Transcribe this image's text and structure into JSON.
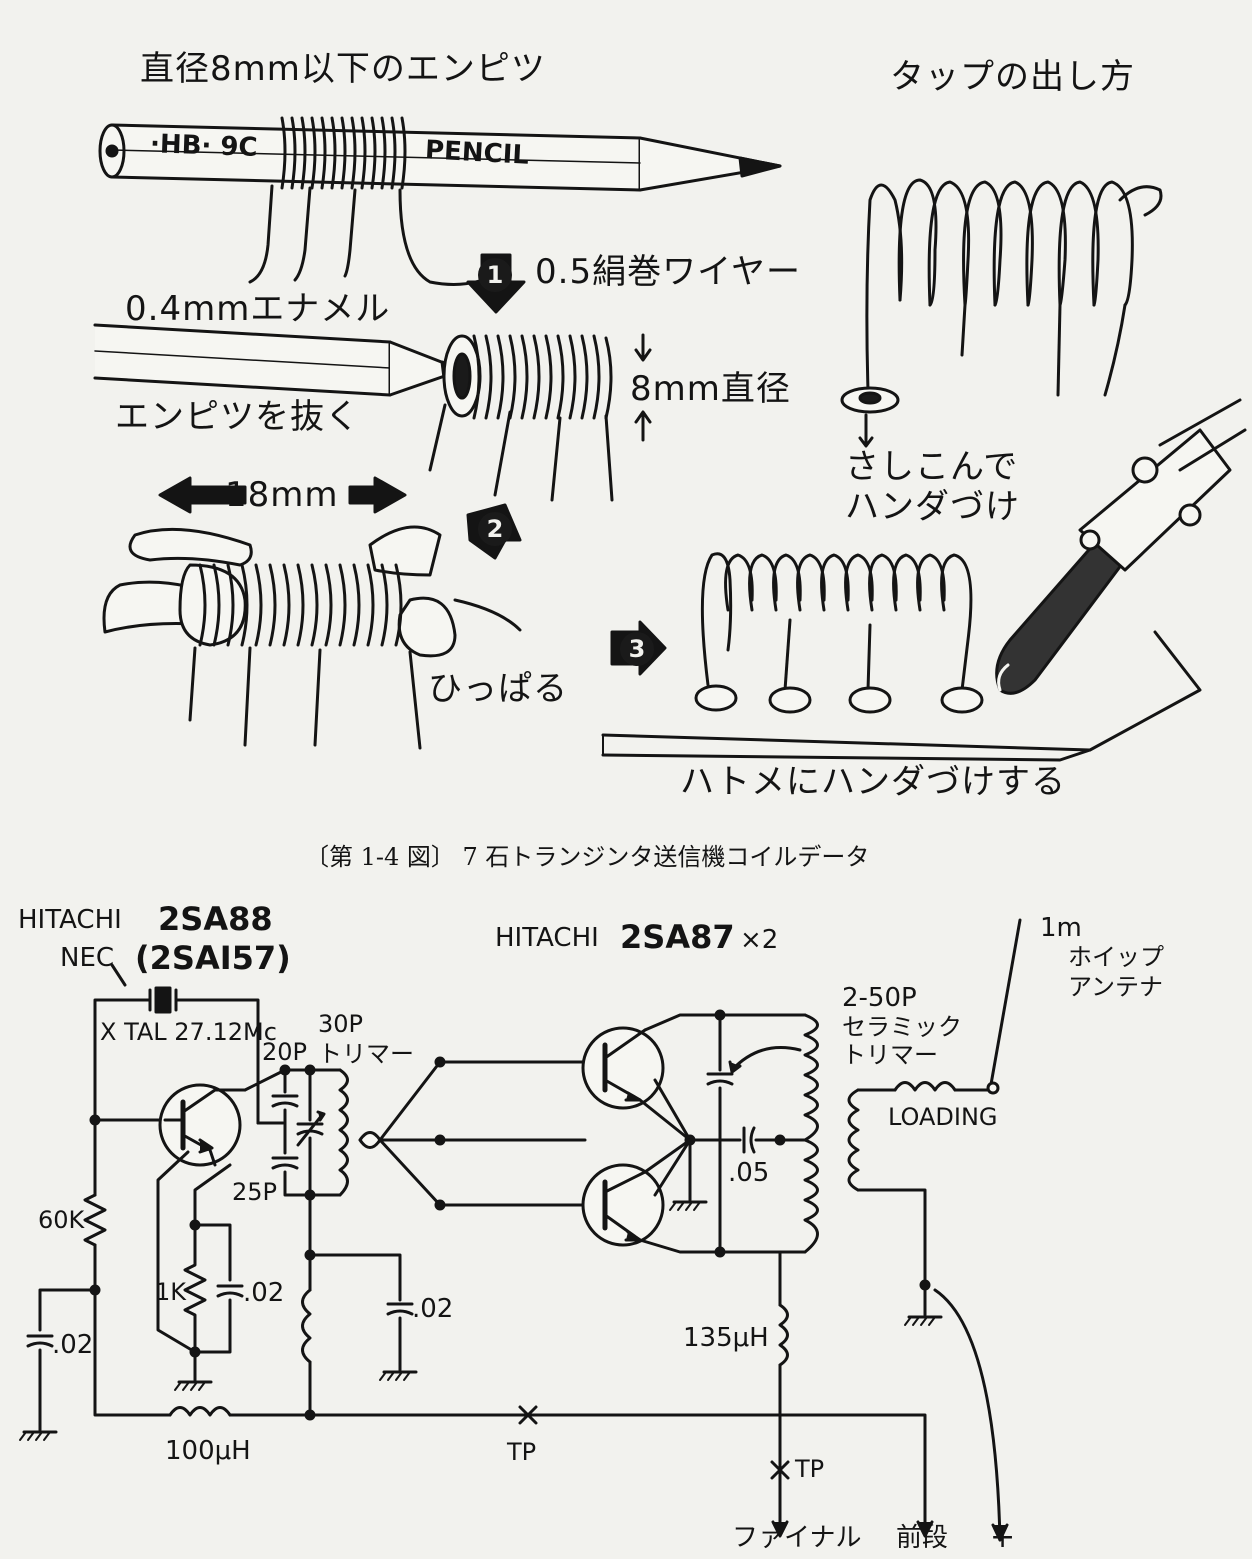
{
  "illustration": {
    "title_pencil": "直径8mm以下のエンピツ",
    "title_tap": "タップの出し方",
    "pencil_mark_hb": "·HB· 9C",
    "pencil_mark_text": "PENCIL",
    "wire_silk": "0.5絹巻ワイヤー",
    "wire_enamel": "0.4mmエナメル",
    "diameter": "8mm直径",
    "remove_pencil": "エンピツを抜く",
    "length": "18mm",
    "pull": "ひっぱる",
    "insert_solder_1": "さしこんで",
    "insert_solder_2": "ハンダづけ",
    "solder_eyelet": "ハトメにハンダづけする",
    "steps": [
      "1",
      "2",
      "3"
    ]
  },
  "caption": "〔第 1-4 図〕 7 石トランジンタ送信機コイルデータ",
  "schematic": {
    "osc_maker": "HITACHI",
    "osc_part": "2SA88",
    "osc_alt_maker": "NEC",
    "osc_alt_part": "(2SAI57)",
    "amp_maker": "HITACHI",
    "amp_part": "2SA87",
    "amp_count": "×2",
    "crystal": "X TAL 27.12Mc",
    "c_20p": "20P",
    "trimmer_30p": "30P",
    "trimmer_label": "トリマー",
    "c_25p": "25P",
    "r_60k": "60K",
    "r_1k": "1K",
    "c_02_a": ".02",
    "c_02_b": ".02",
    "c_02_c": ".02",
    "l_100uh": "100μH",
    "l_135uh": "135μH",
    "tp_1": "TP",
    "tp_2": "TP",
    "ceramic_value": "2-50P",
    "ceramic_label_1": "セラミック",
    "ceramic_label_2": "トリマー",
    "c_05": ".05",
    "loading": "LOADING",
    "antenna_len": "1m",
    "antenna_label_1": "ホイップ",
    "antenna_label_2": "アンテナ",
    "out_final": "ファイナル",
    "out_pre": "前段",
    "out_plus": "+"
  }
}
